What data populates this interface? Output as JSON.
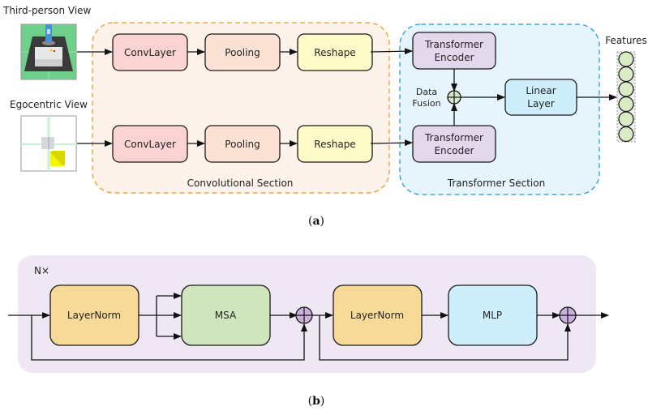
{
  "diagram_a": {
    "caption": "a",
    "inputs": [
      {
        "label": "Third-person View",
        "image": "third-person-scene"
      },
      {
        "label": "Egocentric View",
        "image": "egocentric-scene"
      }
    ],
    "conv_section": {
      "label": "Convolutional Section",
      "color": "#fdf3ea",
      "border": "#f2a546",
      "rows": [
        [
          "ConvLayer",
          "Pooling",
          "Reshape"
        ],
        [
          "ConvLayer",
          "Pooling",
          "Reshape"
        ]
      ]
    },
    "transformer_section": {
      "label": "Transformer Section",
      "color": "#e6f4fb",
      "border": "#3fa9df",
      "encoders": [
        "Transformer Encoder",
        "Transformer Encoder"
      ],
      "encoder_line1": "Transformer",
      "encoder_line2": "Encoder",
      "fusion_line1": "Data",
      "fusion_line2": "Fusion",
      "linear_line1": "Linear",
      "linear_line2": "Layer"
    },
    "features": {
      "label": "Features",
      "count": 6
    }
  },
  "diagram_b": {
    "caption": "b",
    "repeat_label": "N×",
    "blocks": [
      "LayerNorm",
      "MSA",
      "LayerNorm",
      "MLP"
    ]
  },
  "colors": {
    "convlayer": "#fbd3d3",
    "pooling": "#fbe2d4",
    "reshape": "#fdfbc8",
    "encoder": "#e3d7ec",
    "linear": "#cdeefa",
    "fusion": "#d5e9cd",
    "feature": "#d9ebc2",
    "layernorm": "#f7da97",
    "msa": "#cfe5bd",
    "mlp": "#cdeefa",
    "add": "#c9afdc",
    "block_bg": "#efe8f4"
  }
}
